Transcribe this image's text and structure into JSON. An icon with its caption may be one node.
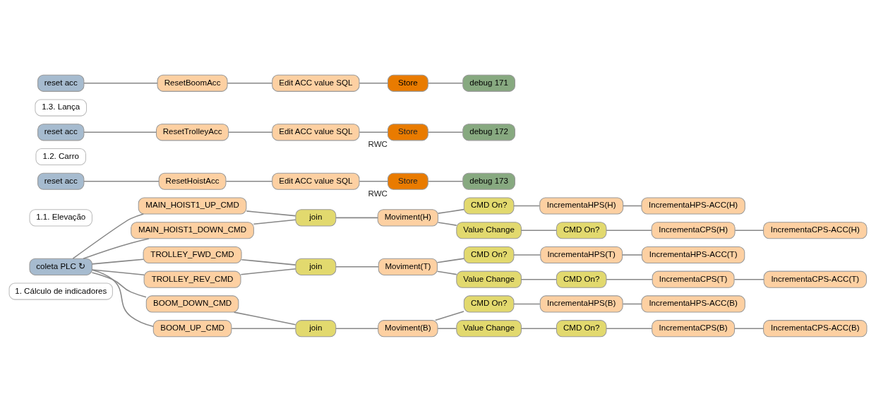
{
  "diagram": {
    "nodes": [
      {
        "text": [
          "1. Cálculo de indicadores"
        ]
      },
      {
        "text": [
          "coleta PLC ↻"
        ]
      },
      {
        "text": [
          "1.1. Elevação"
        ]
      },
      {
        "text": [
          "MAIN_HOIST1_UP_CMD"
        ]
      },
      {
        "text": [
          "MAIN_HOIST1_DOWN_CMD"
        ]
      },
      {
        "text": [
          "join"
        ]
      },
      {
        "text": [
          "Moviment(H)"
        ]
      },
      {
        "text": [
          "CMD On?"
        ]
      },
      {
        "text": [
          "Value Change"
        ]
      },
      {
        "text": [
          "CMD On?"
        ]
      },
      {
        "text": [
          "IncrementaHPS(H)"
        ]
      },
      {
        "text": [
          "IncrementaHPS-ACC(H)"
        ]
      },
      {
        "text": [
          "IncrementaCPS(H)"
        ]
      },
      {
        "text": [
          "IncrementaCPS-ACC(H)"
        ]
      },
      {
        "text": [
          "reset acc"
        ]
      },
      {
        "text": [
          "ResetHoistAcc"
        ]
      },
      {
        "text": [
          "Edit ACC value SQL"
        ]
      },
      {
        "text": [
          "Store"
        ],
        "beside": [
          "RWC"
        ]
      },
      {
        "text": [
          "debug 173"
        ]
      },
      {
        "text": [
          "1.2. Carro"
        ]
      },
      {
        "text": [
          "TROLLEY_FWD_CMD"
        ]
      },
      {
        "text": [
          "TROLLEY_REV_CMD"
        ]
      },
      {
        "text": [
          "join"
        ]
      },
      {
        "text": [
          "Moviment(T)"
        ]
      },
      {
        "text": [
          "CMD On?"
        ]
      },
      {
        "text": [
          "Value Change"
        ]
      },
      {
        "text": [
          "CMD On?"
        ]
      },
      {
        "text": [
          "IncrementaHPS(T)"
        ]
      },
      {
        "text": [
          "IncrementaHPS-ACC(T)"
        ]
      },
      {
        "text": [
          "IncrementaCPS(T)"
        ]
      },
      {
        "text": [
          "IncrementaCPS-ACC(T)"
        ]
      },
      {
        "text": [
          "reset acc"
        ]
      },
      {
        "text": [
          "ResetTrolleyAcc"
        ]
      },
      {
        "text": [
          "Edit ACC value SQL"
        ]
      },
      {
        "text": [
          "Store"
        ],
        "beside": [
          "RWC"
        ]
      },
      {
        "text": [
          "debug 172"
        ]
      },
      {
        "text": [
          "1.3. Lança"
        ]
      },
      {
        "text": [
          "BOOM_DOWN_CMD"
        ]
      },
      {
        "text": [
          "BOOM_UP_CMD"
        ]
      },
      {
        "text": [
          "join"
        ]
      },
      {
        "text": [
          "Moviment(B)"
        ]
      },
      {
        "text": [
          "CMD On?"
        ]
      },
      {
        "text": [
          "Value Change"
        ]
      },
      {
        "text": [
          "CMD On?"
        ]
      },
      {
        "text": [
          "IncrementaHPS(B)"
        ]
      },
      {
        "text": [
          "IncrementaHPS-ACC(B)"
        ]
      },
      {
        "text": [
          "IncrementaCPS(B)"
        ]
      },
      {
        "text": [
          "IncrementaCPS-ACC(B)"
        ]
      },
      {
        "text": [
          "reset acc"
        ]
      },
      {
        "text": [
          "ResetBoomAcc"
        ]
      },
      {
        "text": [
          "Edit ACC value SQL"
        ]
      },
      {
        "text": [
          "Store"
        ]
      },
      {
        "text": [
          "debug 171"
        ]
      }
    ],
    "edges": [
      {
        "from": 1,
        "to": 3,
        "arrow": "none"
      },
      {
        "from": 1,
        "to": 4,
        "arrow": "none"
      },
      {
        "from": 3,
        "to": 5,
        "arrow": "none"
      },
      {
        "from": 4,
        "to": 5,
        "arrow": "none"
      },
      {
        "from": 5,
        "to": 6,
        "arrow": "none"
      },
      {
        "from": 6,
        "to": 7,
        "arrow": "none"
      },
      {
        "from": 6,
        "to": 8,
        "arrow": "none"
      },
      {
        "from": 8,
        "to": 9,
        "arrow": "none"
      },
      {
        "from": 7,
        "to": 10,
        "arrow": "none"
      },
      {
        "from": 10,
        "to": 11,
        "arrow": "none"
      },
      {
        "from": 9,
        "to": 12,
        "arrow": "none"
      },
      {
        "from": 12,
        "to": 13,
        "arrow": "none"
      },
      {
        "from": 14,
        "to": 15,
        "arrow": "none"
      },
      {
        "from": 15,
        "to": 16,
        "arrow": "none"
      },
      {
        "from": 16,
        "to": 17,
        "arrow": "none"
      },
      {
        "from": 17,
        "to": 18,
        "arrow": "none"
      },
      {
        "from": 1,
        "to": 20,
        "arrow": "none"
      },
      {
        "from": 1,
        "to": 21,
        "arrow": "none"
      },
      {
        "from": 20,
        "to": 22,
        "arrow": "none"
      },
      {
        "from": 21,
        "to": 22,
        "arrow": "none"
      },
      {
        "from": 22,
        "to": 23,
        "arrow": "none"
      },
      {
        "from": 23,
        "to": 24,
        "arrow": "none"
      },
      {
        "from": 23,
        "to": 25,
        "arrow": "none"
      },
      {
        "from": 25,
        "to": 26,
        "arrow": "none"
      },
      {
        "from": 24,
        "to": 27,
        "arrow": "none"
      },
      {
        "from": 27,
        "to": 28,
        "arrow": "none"
      },
      {
        "from": 26,
        "to": 29,
        "arrow": "none"
      },
      {
        "from": 29,
        "to": 30,
        "arrow": "none"
      },
      {
        "from": 31,
        "to": 32,
        "arrow": "none"
      },
      {
        "from": 32,
        "to": 33,
        "arrow": "none"
      },
      {
        "from": 33,
        "to": 34,
        "arrow": "none"
      },
      {
        "from": 34,
        "to": 35,
        "arrow": "none"
      },
      {
        "from": 1,
        "to": 37,
        "arrow": "none"
      },
      {
        "from": 1,
        "to": 38,
        "arrow": "none"
      },
      {
        "from": 37,
        "to": 39,
        "arrow": "none"
      },
      {
        "from": 38,
        "to": 39,
        "arrow": "none"
      },
      {
        "from": 39,
        "to": 40,
        "arrow": "none"
      },
      {
        "from": 40,
        "to": 41,
        "arrow": "none"
      },
      {
        "from": 40,
        "to": 42,
        "arrow": "none"
      },
      {
        "from": 42,
        "to": 43,
        "arrow": "none"
      },
      {
        "from": 41,
        "to": 44,
        "arrow": "none"
      },
      {
        "from": 44,
        "to": 45,
        "arrow": "none"
      },
      {
        "from": 43,
        "to": 46,
        "arrow": "none"
      },
      {
        "from": 46,
        "to": 47,
        "arrow": "none"
      },
      {
        "from": 48,
        "to": 49,
        "arrow": "none"
      },
      {
        "from": 49,
        "to": 50,
        "arrow": "none"
      },
      {
        "from": 50,
        "to": 51,
        "arrow": "none"
      },
      {
        "from": 51,
        "to": 52,
        "arrow": "none"
      }
    ]
  }
}
